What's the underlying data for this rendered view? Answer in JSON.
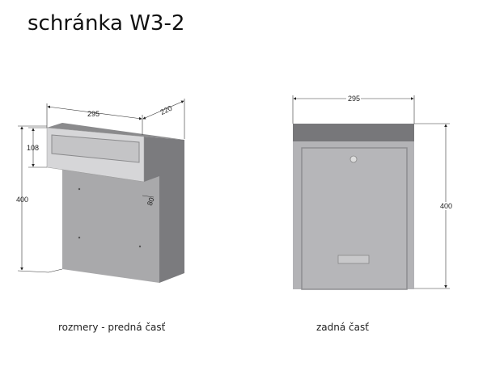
{
  "title": "schránka W3-2",
  "front_view": {
    "caption": "rozmery - predná časť",
    "dimensions": {
      "width": "295",
      "depth": "220",
      "slot_height": "108",
      "height": "400",
      "offset": "80"
    }
  },
  "back_view": {
    "caption": "zadná časť",
    "dimensions": {
      "width": "295",
      "height": "400"
    }
  }
}
